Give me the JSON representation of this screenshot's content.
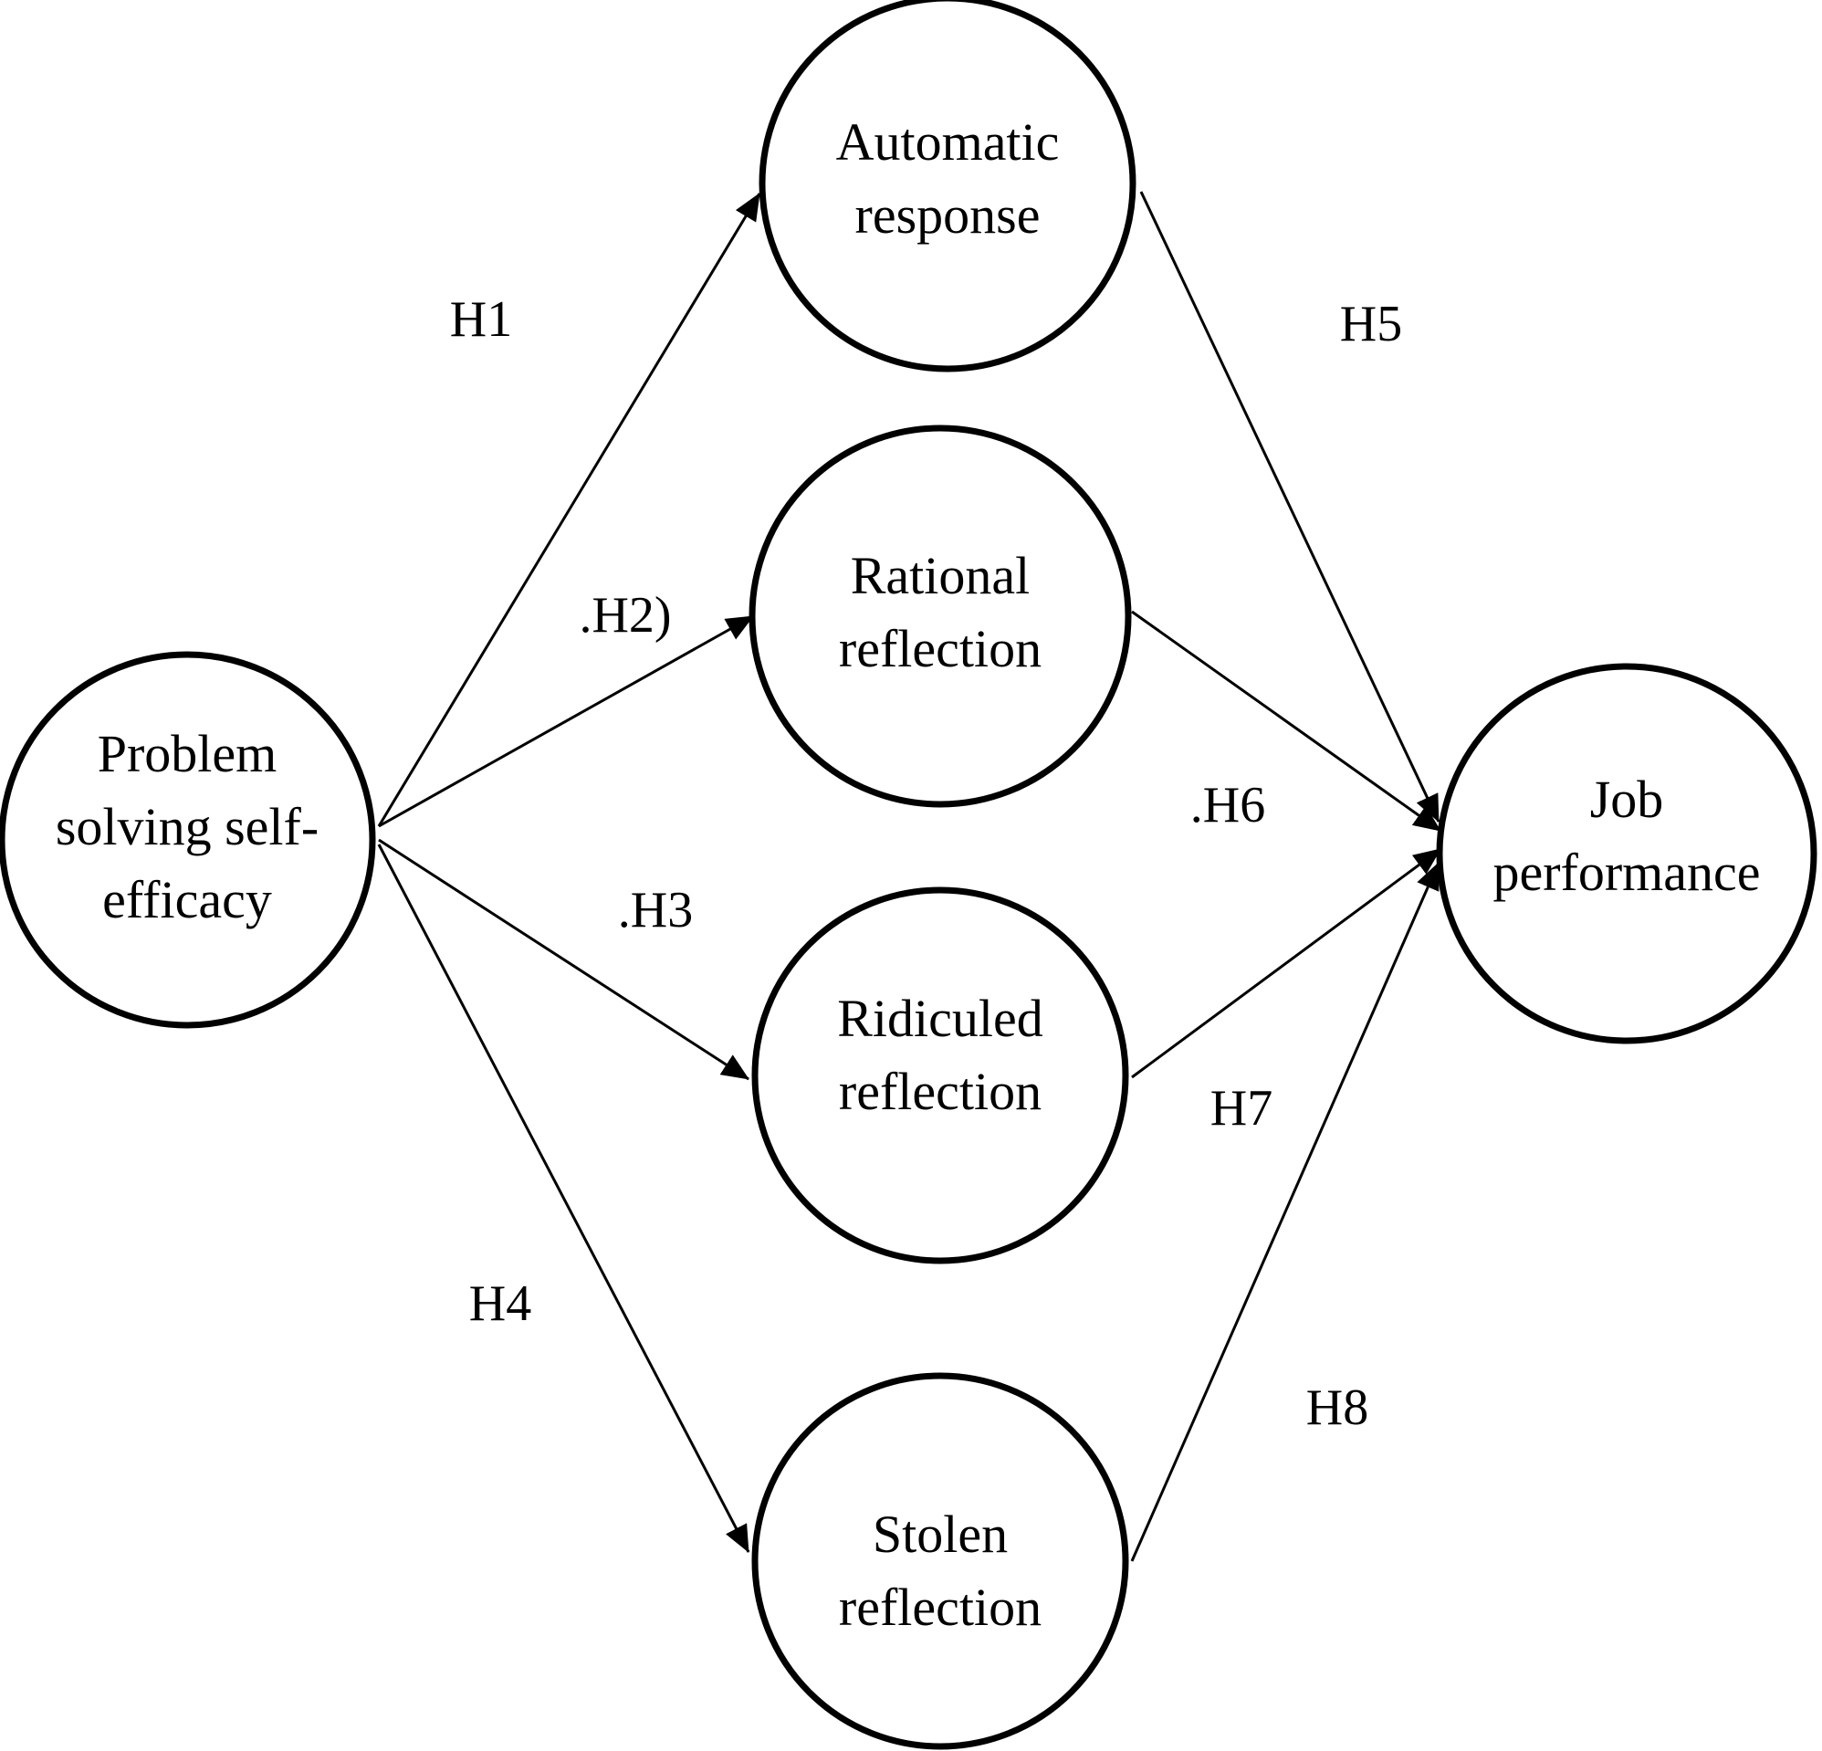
{
  "nodes": [
    {
      "id": "psse",
      "lines": [
        "Problem",
        "solving self-",
        "efficacy"
      ]
    },
    {
      "id": "auto",
      "lines": [
        "Automatic",
        "response"
      ]
    },
    {
      "id": "rational",
      "lines": [
        "Rational",
        "reflection"
      ]
    },
    {
      "id": "ridiculed",
      "lines": [
        "Ridiculed",
        "reflection"
      ]
    },
    {
      "id": "stolen",
      "lines": [
        "Stolen",
        "reflection"
      ]
    },
    {
      "id": "job",
      "lines": [
        "Job",
        "performance"
      ]
    }
  ],
  "edges": [
    {
      "from": "psse",
      "to": "auto",
      "label": "H1"
    },
    {
      "from": "psse",
      "to": "rational",
      "label": ".H2)"
    },
    {
      "from": "psse",
      "to": "ridiculed",
      "label": ".H3"
    },
    {
      "from": "psse",
      "to": "stolen",
      "label": "H4"
    },
    {
      "from": "auto",
      "to": "job",
      "label": "H5"
    },
    {
      "from": "rational",
      "to": "job",
      "label": ".H6"
    },
    {
      "from": "ridiculed",
      "to": "job",
      "label": "H7"
    },
    {
      "from": "stolen",
      "to": "job",
      "label": "H8"
    }
  ]
}
